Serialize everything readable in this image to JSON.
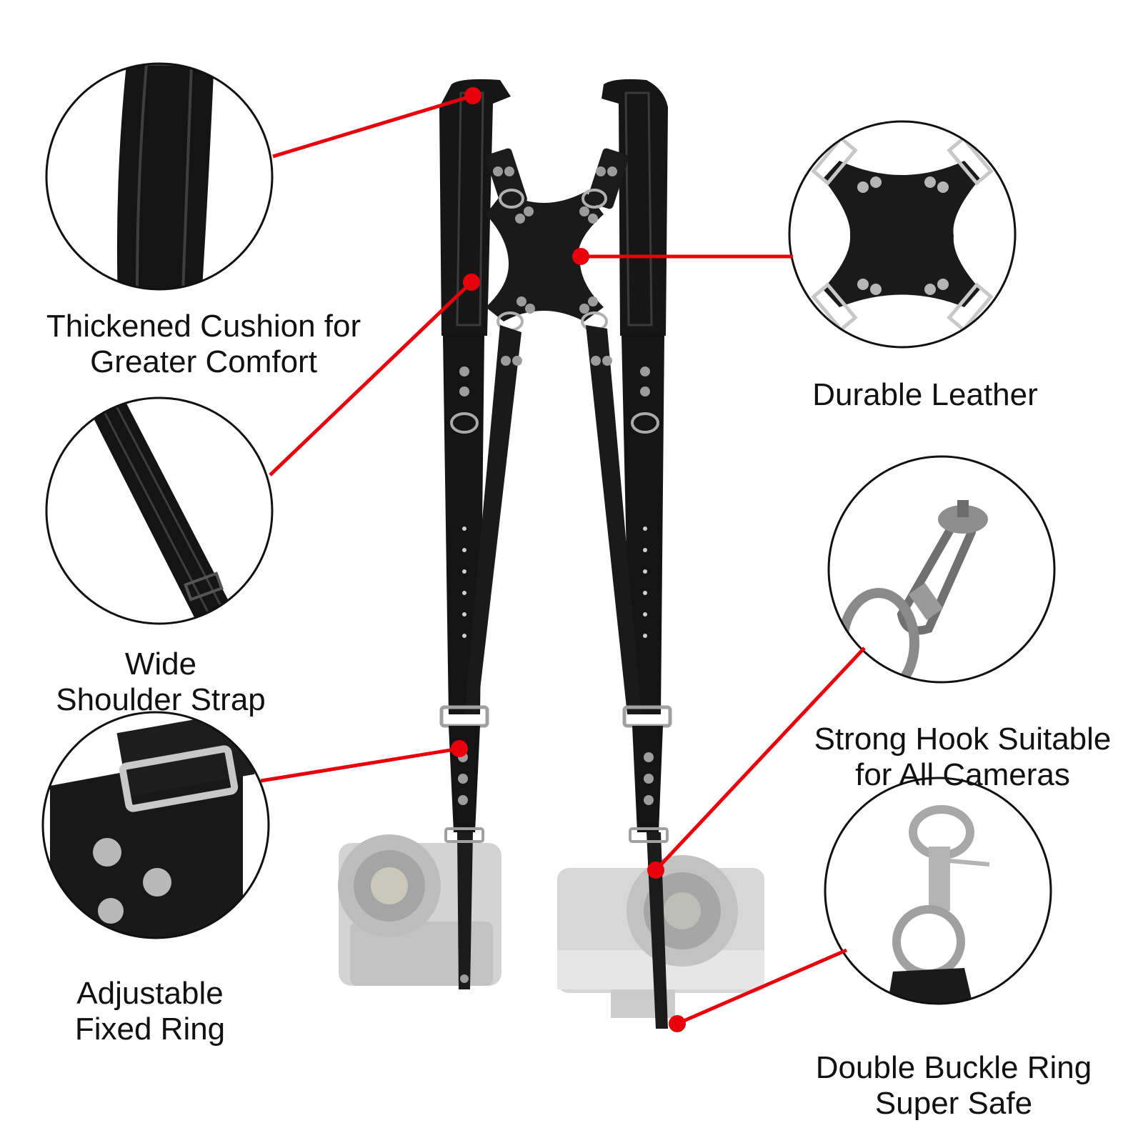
{
  "features": [
    {
      "id": "cushion",
      "lines": [
        "Thickened Cushion for",
        "Greater Comfort"
      ]
    },
    {
      "id": "strap",
      "lines": [
        "Wide",
        "Shoulder Strap"
      ]
    },
    {
      "id": "ring",
      "lines": [
        "Adjustable",
        "Fixed Ring"
      ]
    },
    {
      "id": "leather",
      "lines": [
        "Durable Leather"
      ]
    },
    {
      "id": "hook",
      "lines": [
        "Strong Hook Suitable",
        "for All Cameras"
      ]
    },
    {
      "id": "buckle",
      "lines": [
        "Double Buckle Ring",
        "Super Safe"
      ]
    }
  ],
  "colors": {
    "leader": "#e8000b",
    "leather": "#141414",
    "rivet": "#9a9a9a",
    "camera": "#b8b8b8"
  }
}
